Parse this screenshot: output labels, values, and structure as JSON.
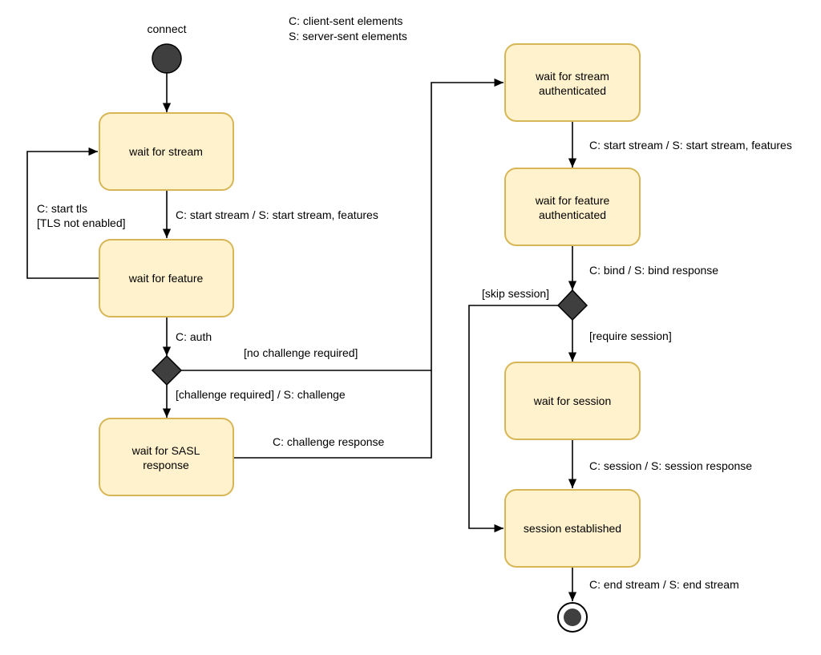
{
  "colors": {
    "state_fill": "#fff2cc",
    "state_border": "#d6b656",
    "decision_fill": "#3f3f3f",
    "edge": "#000000"
  },
  "legend": {
    "client": "C: client-sent elements",
    "server": "S: server-sent elements"
  },
  "initial_label": "connect",
  "states": {
    "wait_stream": [
      "wait for stream"
    ],
    "wait_feature": [
      "wait for feature"
    ],
    "wait_sasl": [
      "wait for SASL",
      "response"
    ],
    "wait_stream_auth": [
      "wait for stream",
      "authenticated"
    ],
    "wait_feature_auth": [
      "wait for feature",
      "authenticated"
    ],
    "wait_session": [
      "wait for session"
    ],
    "session_established": [
      "session established"
    ]
  },
  "transitions": {
    "start_tls": [
      "C: start tls",
      "[TLS not enabled]"
    ],
    "start_stream": "C: start stream / S: start stream, features",
    "auth": "C: auth",
    "no_challenge": "[no challenge required]",
    "challenge_required": "[challenge required] / S: challenge",
    "challenge_response": "C: challenge response",
    "start_stream_auth": "C: start stream / S: start stream, features",
    "bind": "C: bind / S: bind response",
    "skip_session": "[skip session]",
    "require_session": "[require session]",
    "session": "C: session / S: session response",
    "end_stream": "C: end stream / S: end stream"
  }
}
